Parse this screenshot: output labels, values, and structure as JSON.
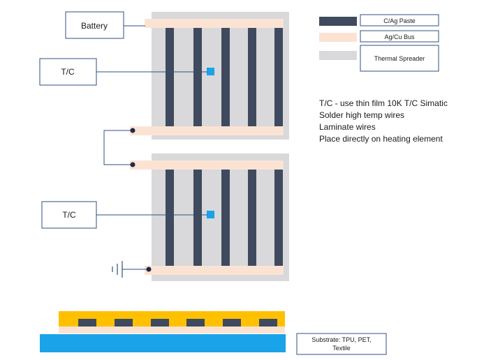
{
  "labels": {
    "battery": "Battery",
    "tc_top": "T/C",
    "tc_bottom": "T/C",
    "substrate_line1": "Substrate: TPU, PET,",
    "substrate_line2": "Textile"
  },
  "legend": [
    {
      "label": "C/Ag Paste",
      "color": "#3f4a5e"
    },
    {
      "label": "Ag/Cu Bus",
      "color": "#fbe3d4"
    },
    {
      "label": "Thermal Spreader",
      "color": "#d9d8da"
    }
  ],
  "notes": [
    "T/C - use thin film 10K T/C Simatic",
    "Solder high temp wires",
    "Laminate wires",
    "Place directly on heating element"
  ],
  "colors": {
    "paste": "#3f4a5e",
    "bus": "#fbe3d4",
    "spreader": "#d9d8da",
    "sensor": "#1aa3e8",
    "gold_layer": "#ffc000",
    "substrate": "#1aa3e8",
    "box_border": "#2f4f7f"
  }
}
